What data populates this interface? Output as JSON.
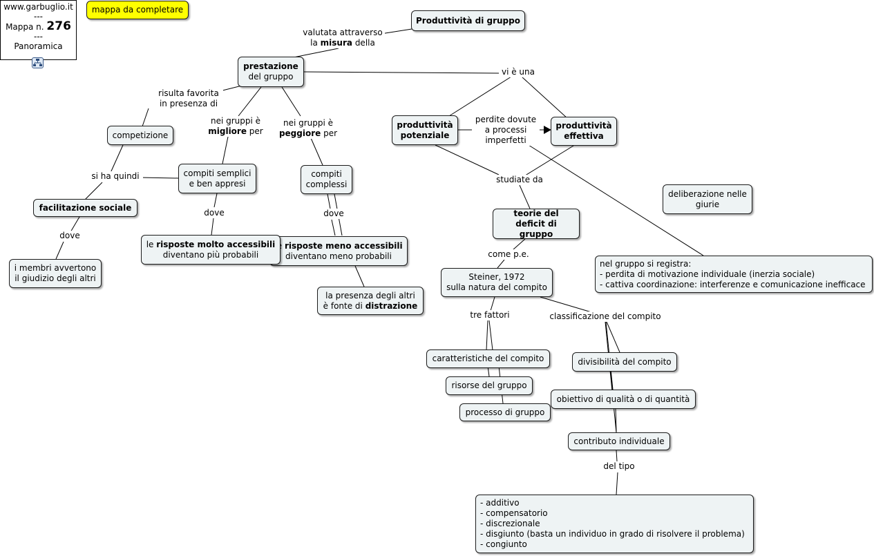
{
  "info": {
    "site": "www.garbuglio.it",
    "sep1": "---",
    "map_label": "Mappa n.",
    "map_number": "276",
    "sep2": "---",
    "overview": "Panoramica",
    "overview_icon": "map-overview-icon"
  },
  "badge": "mappa da completare",
  "nodes": {
    "root": "Produttività di gruppo",
    "prestazione_1": "prestazione",
    "prestazione_2": "del gruppo",
    "competizione": "competizione",
    "facilitazione": "facilitazione sociale",
    "membri_1": "i membri avvertono",
    "membri_2": "il giudizio degli altri",
    "semplici_1": "compiti semplici",
    "semplici_2": "e ben appresi",
    "complessi_1": "compiti",
    "complessi_2": "complessi",
    "molto_pre": "le ",
    "molto_bold": "risposte molto accessibili",
    "molto_2": "diventano più probabili",
    "meno_pre": "le ",
    "meno_bold": "risposte meno accessibili",
    "meno_2": "diventano meno probabili",
    "distr_1": "la presenza degli altri",
    "distr_2_pre": "è fonte di ",
    "distr_2_bold": "distrazione",
    "potenziale_1": "produttività",
    "potenziale_2": "potenziale",
    "effettiva_1": "produttività",
    "effettiva_2": "effettiva",
    "teorie_1": "teorie del",
    "teorie_2": "deficit di gruppo",
    "steiner_1": "Steiner, 1972",
    "steiner_2": "sulla natura del compito",
    "caratteristiche": "caratteristiche del compito",
    "risorse": "risorse del gruppo",
    "processo": "processo di gruppo",
    "divisibilita": "divisibilità del compito",
    "obiettivo": "obiettivo di qualità o di quantità",
    "contributo": "contributo individuale",
    "tipi": [
      "- additivo",
      "- compensatorio",
      "- discrezionale",
      "- disgiunto (basta un individuo in grado di risolvere il problema)",
      "- congiunto"
    ],
    "deliberazione_1": "deliberazione nelle",
    "deliberazione_2": "giurie",
    "registra": [
      "nel gruppo si registra:",
      "- perdita di motivazione individuale (inerzia sociale)",
      "- cattiva coordinazione: interferenze e comunicazione inefficace"
    ]
  },
  "labels": {
    "valutata_1": "valutata attraverso",
    "valutata_2_pre": "la ",
    "valutata_2_bold": "misura",
    "valutata_2_post": " della",
    "vi_e_una": "vi è una",
    "favorita_1": "risulta favorita",
    "favorita_2": "in presenza di",
    "migliore_1": "nei gruppi è",
    "migliore_bold": "migliore",
    "migliore_post": " per",
    "peggiore_1": "nei gruppi è",
    "peggiore_bold": "peggiore",
    "peggiore_post": " per",
    "si_ha_quindi": "si ha quindi",
    "dove_a": "dove",
    "dove_b": "dove",
    "dove_c": "dove",
    "perdite_1": "perdite dovute",
    "perdite_2": "a processi",
    "perdite_3": "imperfetti",
    "studiate_da": "studiate da",
    "come_pe": "come p.e.",
    "tre_fattori": "tre fattori",
    "classificazione": "classificazione del compito",
    "del_tipo": "del tipo"
  },
  "colors": {
    "node_fill": "#eef3f4",
    "badge_fill": "#ffff00",
    "line": "#000000"
  }
}
